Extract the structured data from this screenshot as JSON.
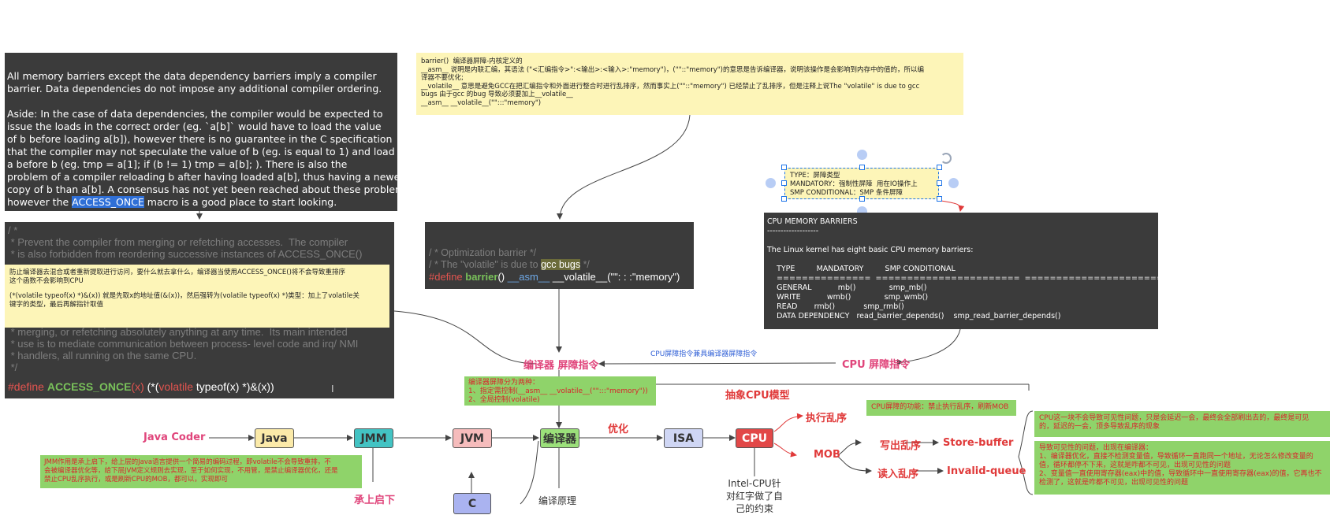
{
  "left_text": {
    "p1": "All memory barriers except the data dependency barriers imply a compiler\nbarrier. Data dependencies do not impose any additional compiler ordering.",
    "p2a": "Aside: In the case of data dependencies, the compiler would be expected to\nissue the loads in the correct order (eg. `a[b]` would have to load the value\nof b before loading a[b]), however there is no guarantee in the C specification\nthat the compiler may not speculate the value of b (eg. is equal to 1) and load\na before b (eg. tmp = a[1]; if (b != 1) tmp = a[b]; ). There is also the\nproblem of a compiler reloading b after having loaded a[b], thus having a newer\ncopy of b than a[b]. A consensus has not yet been reached about these problems,\nhowever the ",
    "highlight": "ACCESS_ONCE",
    "p2b": " macro is a good place to start looking."
  },
  "code_left": {
    "top": "/ *\n * Prevent the compiler from merging or refetching accesses.  The compiler\n * is also forbidden from reordering successive instances of ACCESS_ONCE()",
    "bottom": " * merging, or refetching absolutely anything at any time.  Its main intended\n * use is to mediate communication between process- level code and irq/ NMI\n * handlers, all running on the same CPU.\n */",
    "define_kw": "#define ",
    "macro": "ACCESS_ONCE",
    "x1": "(x)",
    "sp": " (*(",
    "vol": "volatile",
    "rest": " typeof(x) *)&(x))",
    "cursor": "I"
  },
  "note_left": {
    "line1": "防止编译器去混合或者重新提取进行访问，要什么就去拿什么，编译器当使用ACCESS_ONCE()将不会导致重排序\n这个函数不会影响到CPU",
    "line2": "(*(volatile typeof(x) *)&(x)) 就是先取x的地址值(&(x))，然后强转为(volatile typeof(x) *)类型：加上了volatile关\n键字的类型，最后再解指针取值"
  },
  "note_barrier": "barrier()  编译器屏障-内核定义的\n__asm__ 说明是内联汇编，其语法 (\"<汇编指令>\":<输出>:<输入>:\"memory\")，(\"\"::\"memory\")的意思是告诉编译器，说明该操作是会影响到内存中的值的，所以编\n译器不要优化;\n__volatile__ 意思是避免GCC在把汇编指令和外面进行整合时进行乱排序，然而事实上(\"\"::\"memory\") 已经禁止了乱排序，但是注释上说The \"volatile\" is due to gcc\nbugs 由于gcc 的bug 导致必须要加上__volatile__\n__asm__ __volatile__(\"\":::\"memory\")",
  "code_mid": {
    "c1": "/ * Optimization barrier */",
    "c2a": "/ * The \"volatile\" is due to ",
    "c2hl": "gcc bugs",
    "c2b": " */",
    "def": "#define ",
    "name": "barrier",
    "p": "() ",
    "asm": "__asm__",
    "rest": " __volatile__(\"\": : :\"memory\")"
  },
  "note_type": "TYPE：屏障类型\nMANDATORY：强制性屏障  用在IO操作上\nSMP CONDITIONAL：SMP 条件屏障",
  "cpu_box": "CPU MEMORY BARRIERS\n-------------------\n\nThe Linux kernel has eight basic CPU memory barriers:\n\n    TYPE         MANDATORY         SMP CONDITIONAL\n    ===============  =======================  ===========================\n    GENERAL           mb()              smp_mb()\n    WRITE           wmb()              smp_wmb()\n    READ       rmb()            smp_rmb()\n    DATA DEPENDENCY   read_barrier_depends()    smp_read_barrier_depends()",
  "labels": {
    "compiler_barrier": "编译器 屏障指令",
    "cpu_barrier": "CPU 屏障指令",
    "blue_link": "CPU屏障指令兼具编译器屏障指令",
    "abstract_cpu": "抽象CPU模型",
    "optimize": "优化",
    "exec_reorder": "执行乱序",
    "mob": "MOB",
    "write_reorder": "写出乱序",
    "store_buffer": "Store-buffer",
    "read_reorder": "读入乱序",
    "invalid_queue": "Invalid-queue",
    "java_coder": "Java Coder",
    "up_down": "承上启下",
    "compile_principle": "编译原理",
    "intel_note": "Intel-CPU针\n对红字做了自\n己的约束"
  },
  "nodes": {
    "java": "Java",
    "jmm": "JMM",
    "jvm": "JVM",
    "compiler": "编译器",
    "isa": "ISA",
    "cpu": "CPU",
    "c": "C"
  },
  "green_notes": {
    "compiler_types": "编译器屏障分为两种：\n1、指定需控制(__asm__ __volatile__(\"\":::\"memory\"))\n2、全局控制(volatile)",
    "cpu_function": "CPU屏障的功能：禁止执行乱序，刷新MOB",
    "jmm_note": "JMM作用是承上启下，给上层的Java语言提供一个简易的编码过程，即volatile不会导致重排，不\n会被编译器优化等，给下层JVM定义规则去实现，至于如何实现，不用管，是禁止编译器优化，还是\n禁止CPU乱序执行，或是刷新CPU的MOB，都可以，实现即可",
    "cpu_visibility": "CPU这一块不会导致可见性问题，只是会延迟一会，最终会全部刷出去的，最终是可见\n的，延迟的一会，顶多导致乱序的现象",
    "compiler_visibility": "导致可见性的问题，出现在编译器：\n1、编译器优化，直接不检测变量值，导致循环一直跑同一个地址，无论怎么修改变量的\n值，循环都停不下来，这就是咋都不可见，出现可见性的问题\n2、变量值一直使用寄存器(eax)中的值，导致循环中一直使用寄存器(eax)的值，它再也不\n检测了，这就是咋都不可见，出现可见性的问题"
  },
  "colors": {
    "dark": "#3b3b3b",
    "note_yellow": "#fdf5b8",
    "note_green": "#8fd36a",
    "red": "#e03a3a",
    "pink": "#e0457b"
  }
}
